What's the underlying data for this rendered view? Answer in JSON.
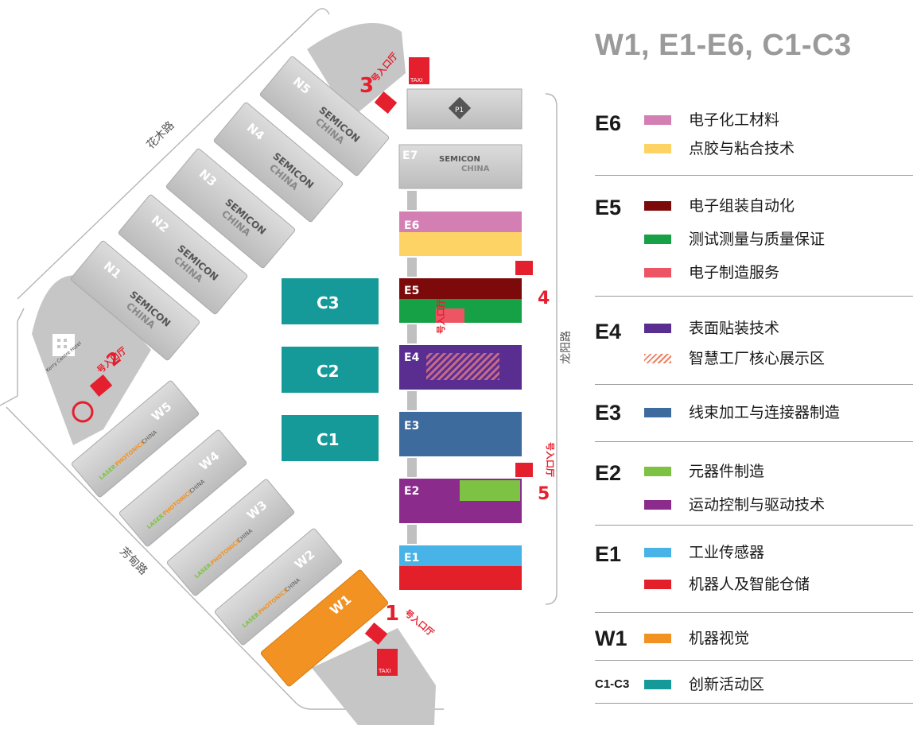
{
  "legend": {
    "title": "W1, E1-E6, C1-C3",
    "sections": [
      {
        "code": "E6",
        "items": [
          {
            "label": "电子化工材料",
            "color": "#d47fb4"
          },
          {
            "label": "点胶与粘合技术",
            "color": "#fcd364"
          }
        ]
      },
      {
        "code": "E5",
        "items": [
          {
            "label": "电子组装自动化",
            "color": "#7d0a0a"
          },
          {
            "label": "测试测量与质量保证",
            "color": "#17a147"
          },
          {
            "label": "电子制造服务",
            "color": "#ed5565"
          }
        ]
      },
      {
        "code": "E4",
        "items": [
          {
            "label": "表面贴装技术",
            "color": "#5a2d91"
          },
          {
            "label": "智慧工厂核心展示区",
            "color": "#f08060",
            "pattern": "hatch"
          }
        ]
      },
      {
        "code": "E3",
        "items": [
          {
            "label": "线束加工与连接器制造",
            "color": "#3e6b9e"
          }
        ]
      },
      {
        "code": "E2",
        "items": [
          {
            "label": "元器件制造",
            "color": "#7dc242"
          },
          {
            "label": "运动控制与驱动技术",
            "color": "#8b2c8c"
          }
        ]
      },
      {
        "code": "E1",
        "items": [
          {
            "label": "工业传感器",
            "color": "#47b3e6"
          },
          {
            "label": "机器人及智能仓储",
            "color": "#e3202a"
          }
        ]
      },
      {
        "code": "W1",
        "items": [
          {
            "label": "机器视觉",
            "color": "#f29222"
          }
        ]
      },
      {
        "code": "C1-C3",
        "items": [
          {
            "label": "创新活动区",
            "color": "#159a99"
          }
        ]
      }
    ]
  },
  "map": {
    "roads": {
      "north": "花木路",
      "east": "龙阳路",
      "southwest": "芳甸路"
    },
    "halls_north": [
      "N1",
      "N2",
      "N3",
      "N4",
      "N5"
    ],
    "halls_west": [
      "W2",
      "W3",
      "W4",
      "W5"
    ],
    "hall_w1": "W1",
    "halls_east": {
      "e7": "E7",
      "e6": "E6",
      "e5": "E5",
      "e4": "E4",
      "e3": "E3",
      "e2": "E2",
      "e1": "E1"
    },
    "halls_center": [
      "C3",
      "C2",
      "C1"
    ],
    "parking": "P1",
    "brand": {
      "semicon_1": "SEMICON",
      "semicon_2": "CHINA",
      "laser_1": "LASER",
      "laser_2": "PHOTONICS",
      "laser_3": "CHINA"
    },
    "hotel": "Kerry Centre Hotel",
    "taxi": "TAXI",
    "entrances": [
      {
        "num": "1",
        "text": "号入口厅"
      },
      {
        "num": "2",
        "text": "号入口厅"
      },
      {
        "num": "3",
        "text": "号入口厅"
      },
      {
        "num": "4",
        "text": "号入口厅"
      },
      {
        "num": "5",
        "text": "号入口厅"
      }
    ],
    "colors": {
      "hall_gray": "#d2d2d2",
      "road_line": "#b4b4b4",
      "entrance_red": "#e5202e",
      "plaza": "#c4c4c4"
    }
  }
}
